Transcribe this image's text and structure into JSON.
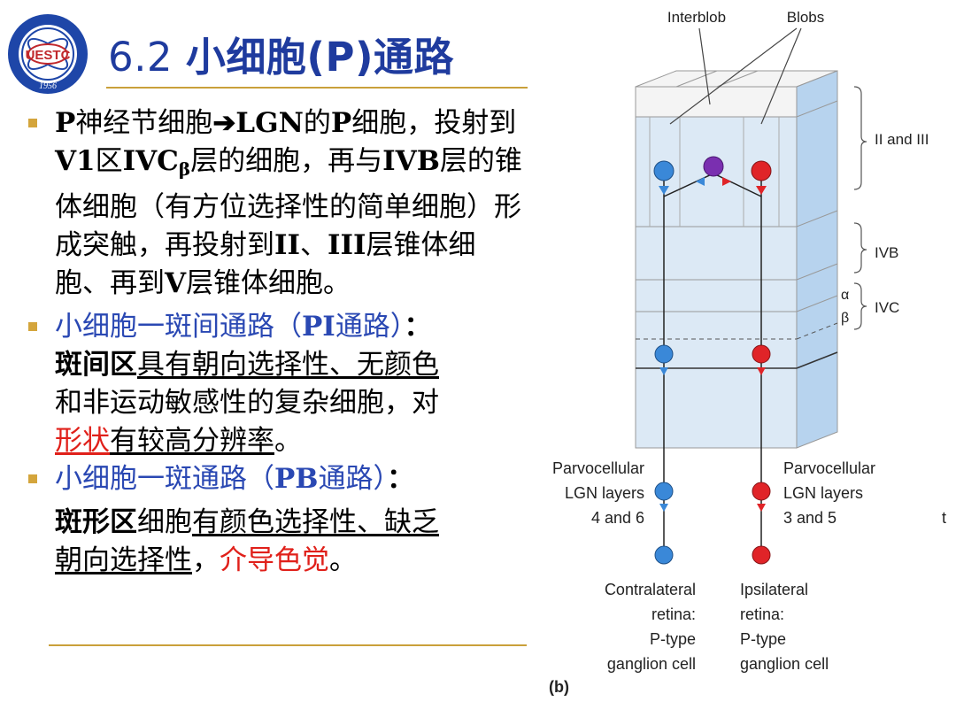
{
  "header": {
    "title_num": "6.2",
    "title_cn": "小细胞",
    "title_p": "(P)",
    "title_tail": "通路",
    "logo_text": "UESTC",
    "logo_year": "1956"
  },
  "bullets": {
    "b1": {
      "p1": "P",
      "t1": "神经节细胞",
      "arrow": "➔",
      "p2": "LGN",
      "t2": "的",
      "p3": "P",
      "t3": "细胞，投射到",
      "p4": "V1",
      "t4": "区",
      "p5": "IVC",
      "sub": "β",
      "t5": "层的细胞，再与",
      "p6": "IVB",
      "t6": "层的锥体细胞（有方位选择性的简单细胞）形成突触，再投射到",
      "p7": "II",
      "t7": "、",
      "p8": "III",
      "t8": "层锥体细胞、再到",
      "p9": "V",
      "t9": "层锥体细胞。"
    },
    "b2": {
      "h1": "小细胞一斑间通路（",
      "h2": "PI",
      "h3": "通路）",
      "h4": "：",
      "d1": "斑间区",
      "d2": "具有朝向选择性、无颜色",
      "d3": "和非运动敏感性的复杂细胞，对",
      "d4": "形状",
      "d5": "有较高分辨率",
      "d6": "。"
    },
    "b3": {
      "h1": "小细胞一斑通路（",
      "h2": "PB",
      "h3": "通路）",
      "h4": "：",
      "d1": "斑形区",
      "d2": "细胞",
      "d3": "有颜色选择性、缺乏",
      "d4": "朝向选择性",
      "d5": "，",
      "d6": "介导色觉",
      "d7": "。"
    }
  },
  "diagram": {
    "label_interblob": "Interblob",
    "label_blobs": "Blobs",
    "layer_2_3": "II and III",
    "layer_ivb": "IVB",
    "alpha": "α",
    "beta": "β",
    "layer_ivc": "IVC",
    "lgn_left": [
      "Parvocellular",
      "LGN layers",
      "4 and 6"
    ],
    "lgn_right": [
      "Parvocellular",
      "LGN layers",
      "3 and 5"
    ],
    "retina_left": [
      "Contralateral",
      "retina:",
      "P-type",
      "ganglion cell"
    ],
    "retina_right": [
      "Ipsilateral",
      "retina:",
      "P-type",
      "ganglion cell"
    ],
    "panel_label": "(b)",
    "cut_text": "t",
    "colors": {
      "blue": "#3a88d8",
      "red": "#e02428",
      "purple": "#7a2fb0",
      "tissue": "#dce9f5",
      "side": "#b7d3ee"
    }
  }
}
